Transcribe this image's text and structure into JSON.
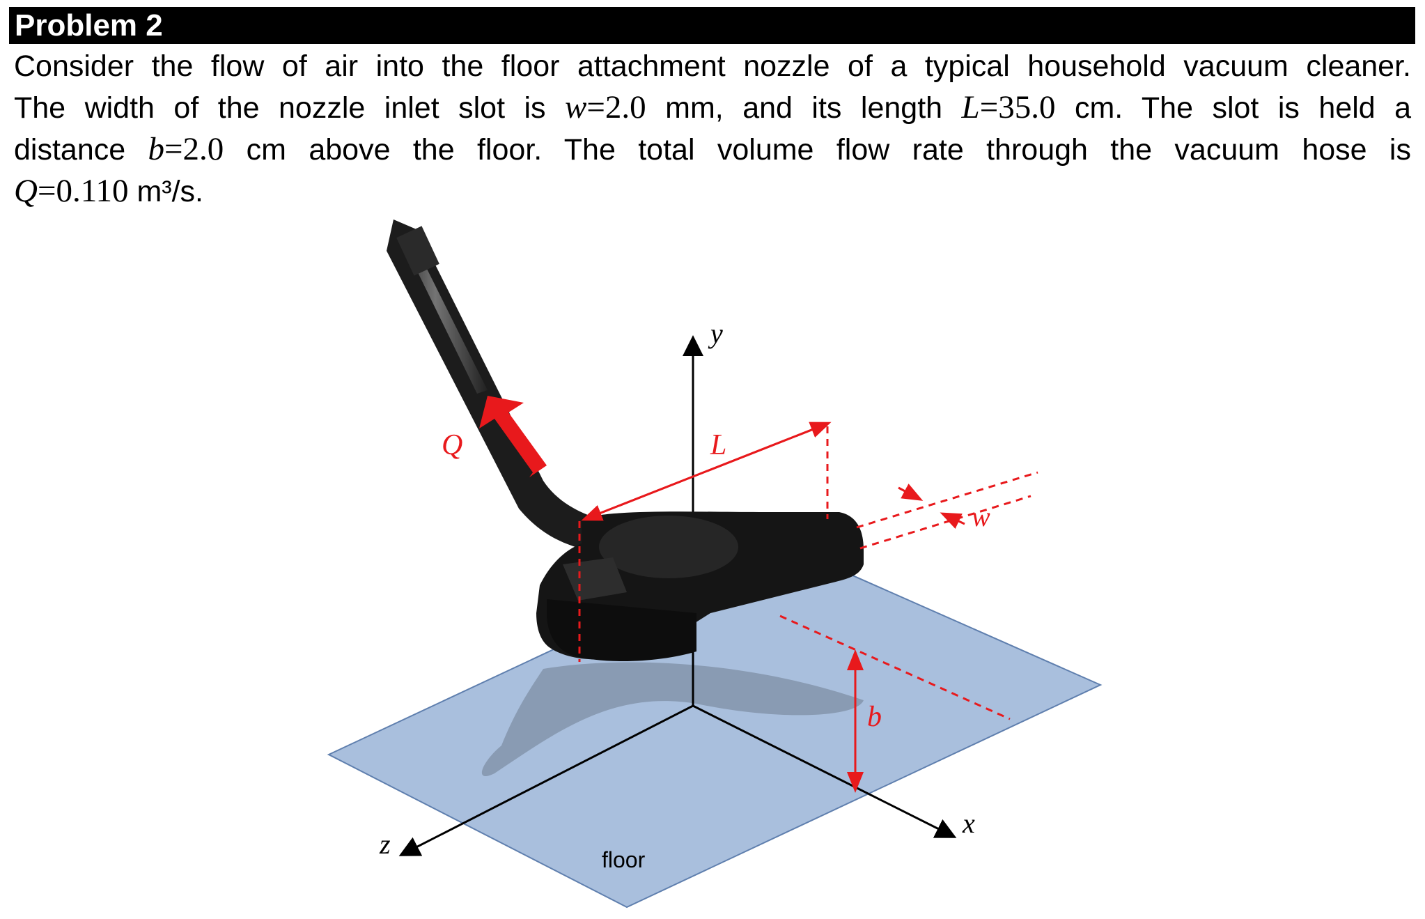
{
  "title": "Problem 2",
  "text": {
    "line1": "Consider the flow of air into the floor attachment nozzle of a typical household vacuum cleaner.",
    "line2_pre": "The width of the nozzle inlet slot is",
    "w_sym": "w",
    "w_val": "2.0",
    "line2_mid": "mm, and its length",
    "L_sym": "L",
    "L_val": "35.0",
    "line2_post": "cm. The slot is held a",
    "line3_pre": "distance",
    "b_sym": "b",
    "b_val": "2.0",
    "line3_post": "cm above the floor. The total volume flow rate through the vacuum hose is",
    "Q_sym": "Q",
    "Q_val": "0.110",
    "Q_unit": "m³/s."
  },
  "figure": {
    "label_y": "y",
    "label_x": "x",
    "label_z": "z",
    "label_L": "L",
    "label_Q": "Q",
    "label_w": "w",
    "label_b": "b",
    "label_floor": "floor",
    "colors": {
      "floor": "#a9bfdd",
      "red": "#e8191c",
      "nozzle": "#1a1a1a"
    }
  }
}
